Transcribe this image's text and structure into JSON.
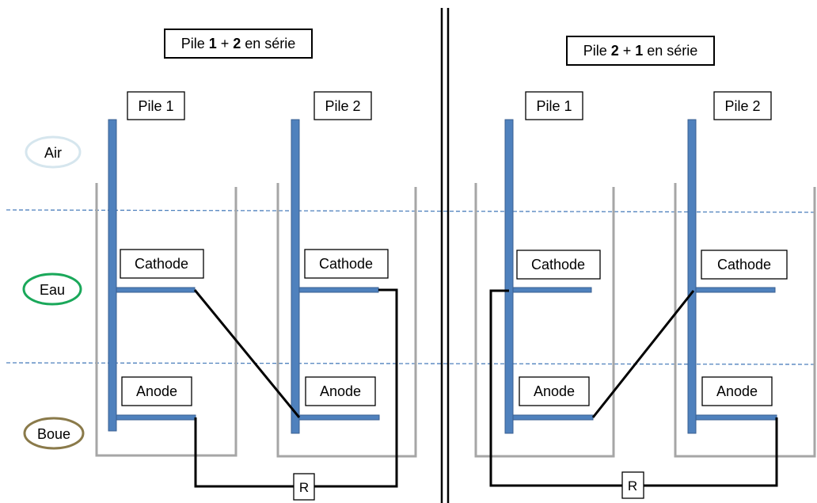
{
  "zones": {
    "air": "Air",
    "eau": "Eau",
    "boue": "Boue"
  },
  "colors": {
    "electrode": "#4f81bd",
    "electrode_stroke": "#3a5f91",
    "container": "#a6a6a6",
    "waterline": "#4f81bd",
    "wire": "#000000",
    "air_ring": "#d6e6ee",
    "eau_ring": "#1aa85a",
    "boue_ring": "#8a7a4a"
  },
  "left": {
    "title_pre": "Pile ",
    "title_b1": "1",
    "title_mid": " + ",
    "title_b2": "2",
    "title_post": " en série",
    "cell1_label": "Pile 1",
    "cell2_label": "Pile 2",
    "cell1_cathode": "Cathode",
    "cell1_anode": "Anode",
    "cell2_cathode": "Cathode",
    "cell2_anode": "Anode",
    "resistor": "R"
  },
  "right": {
    "title_pre": "Pile ",
    "title_b1": "2",
    "title_mid": " + ",
    "title_b2": "1",
    "title_post": " en série",
    "cell1_label": "Pile 1",
    "cell2_label": "Pile 2",
    "cell1_cathode": "Cathode",
    "cell1_anode": "Anode",
    "cell2_cathode": "Cathode",
    "cell2_anode": "Anode",
    "resistor": "R"
  }
}
